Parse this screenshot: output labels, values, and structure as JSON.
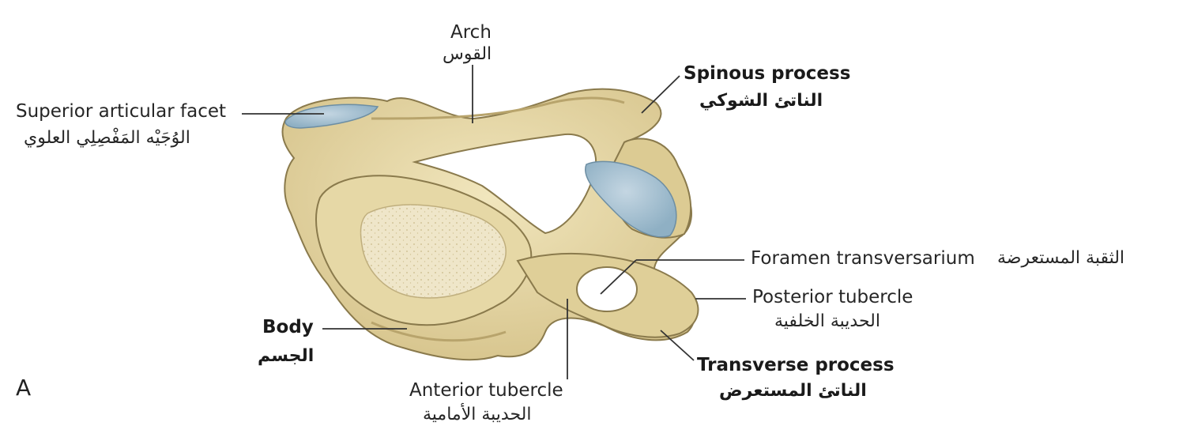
{
  "panel_letter": "A",
  "labels": {
    "arch": {
      "en": "Arch",
      "ar": "القوس"
    },
    "superior_facet": {
      "en": "Superior articular facet",
      "ar": "الوُجَيْه المَفْصِلِي العلوي"
    },
    "spinous": {
      "en": "Spinous process",
      "ar": "الناتئ الشوكي"
    },
    "foramen": {
      "en": "Foramen transversarium",
      "ar": "الثقبة المستعرضة"
    },
    "posterior_tubercle": {
      "en": "Posterior tubercle",
      "ar": "الحديبة الخلفية"
    },
    "body": {
      "en": "Body",
      "ar": "الجسم"
    },
    "transverse": {
      "en": "Transverse process",
      "ar": "الناتئ المستعرض"
    },
    "anterior_tubercle": {
      "en": "Anterior tubercle",
      "ar": "الحديبة الأمامية"
    }
  },
  "colors": {
    "bone": "#e8dcae",
    "bone_shadow": "#cdbb84",
    "bone_outline": "#8a7a4c",
    "cartilage": "#a9c2d2",
    "cancellous": "#efe6c9",
    "leader_line": "#333333"
  }
}
